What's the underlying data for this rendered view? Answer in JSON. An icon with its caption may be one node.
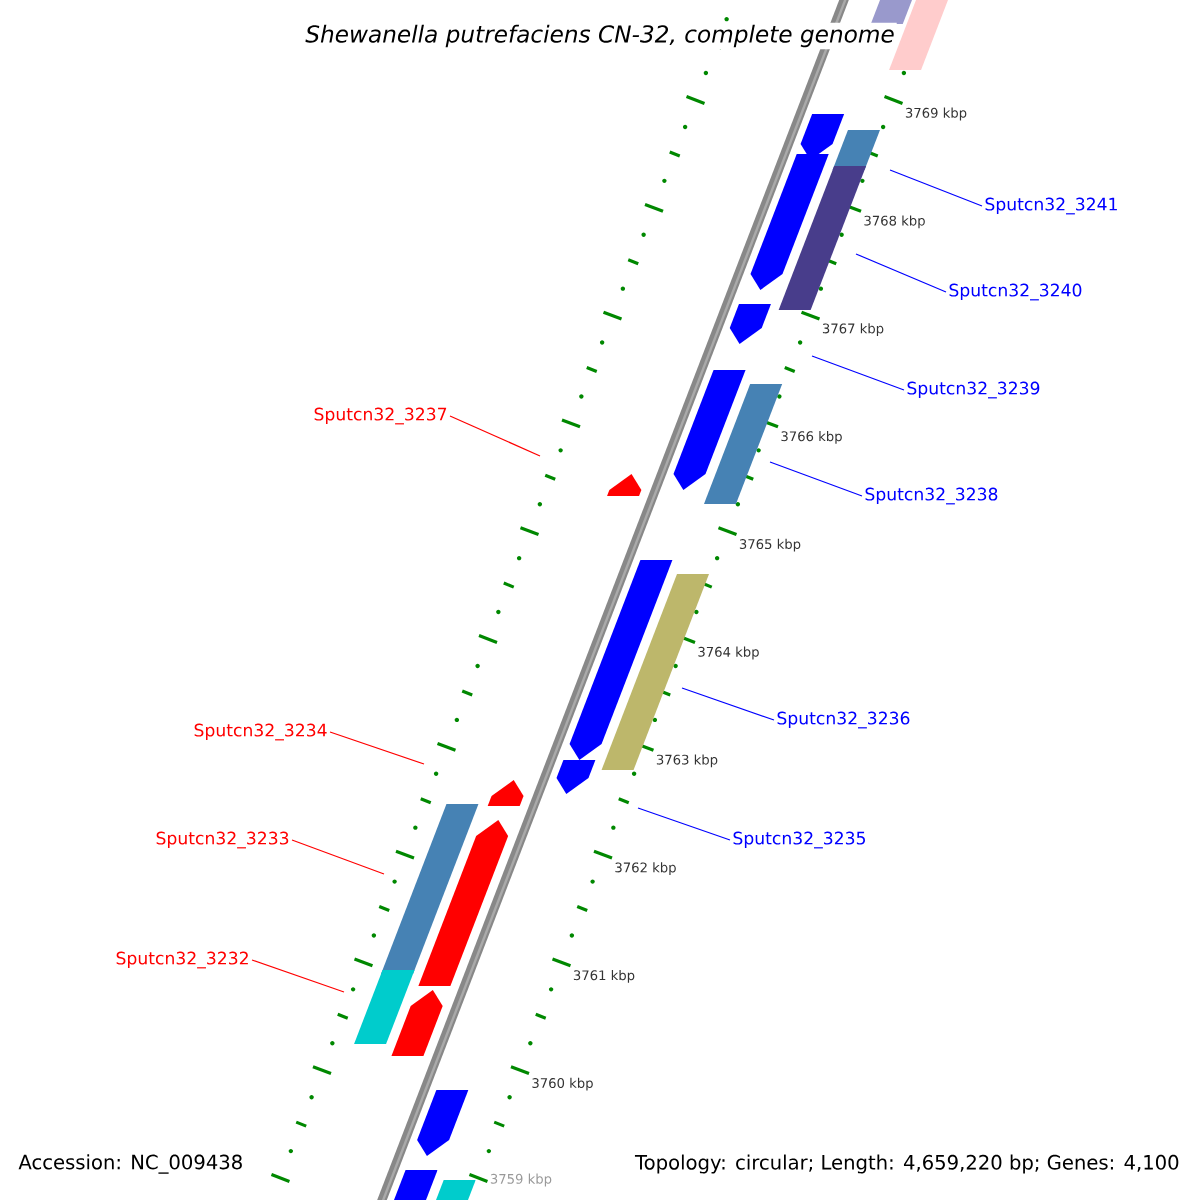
{
  "diagram": {
    "title": "Shewanella putrefaciens CN-32, complete genome",
    "nodes": [
      {
        "text": [
          "Sputcn32_3241"
        ]
      },
      {
        "text": [
          "Sputcn32_3240"
        ]
      },
      {
        "text": [
          "Sputcn32_3239"
        ]
      },
      {
        "text": [
          "Sputcn32_3237"
        ]
      },
      {
        "text": [
          "Sputcn32_3238"
        ]
      },
      {
        "text": [
          "Sputcn32_3236"
        ]
      },
      {
        "text": [
          "Sputcn32_3234"
        ]
      },
      {
        "text": [
          "Sputcn32_3235"
        ]
      },
      {
        "text": [
          "Sputcn32_3233"
        ]
      },
      {
        "text": [
          "Sputcn32_3232"
        ]
      }
    ],
    "edges": [
      {
        "from": 0,
        "to": null,
        "arrow": "none"
      },
      {
        "from": 1,
        "to": null,
        "arrow": "none"
      },
      {
        "from": 2,
        "to": null,
        "arrow": "none"
      },
      {
        "from": 3,
        "to": null,
        "arrow": "none",
        "color": "#ff0000"
      },
      {
        "from": 4,
        "to": null,
        "arrow": "none"
      },
      {
        "from": 5,
        "to": null,
        "arrow": "none"
      },
      {
        "from": 6,
        "to": null,
        "arrow": "none",
        "color": "#ff0000"
      },
      {
        "from": 7,
        "to": null,
        "arrow": "none"
      },
      {
        "from": 8,
        "to": null,
        "arrow": "none",
        "color": "#ff0000"
      },
      {
        "from": 9,
        "to": null,
        "arrow": "none",
        "color": "#ff0000"
      }
    ],
    "labels": [
      "3769 kbp",
      "3768 kbp",
      "3767 kbp",
      "3766 kbp",
      "3765 kbp",
      "3764 kbp",
      "3763 kbp",
      "3762 kbp",
      "3761 kbp",
      "3760 kbp",
      "3759 kbp",
      "Accession: NC_009438",
      "Topology: circular; Length: 4,659,220 bp; Genes: 4,100"
    ]
  }
}
